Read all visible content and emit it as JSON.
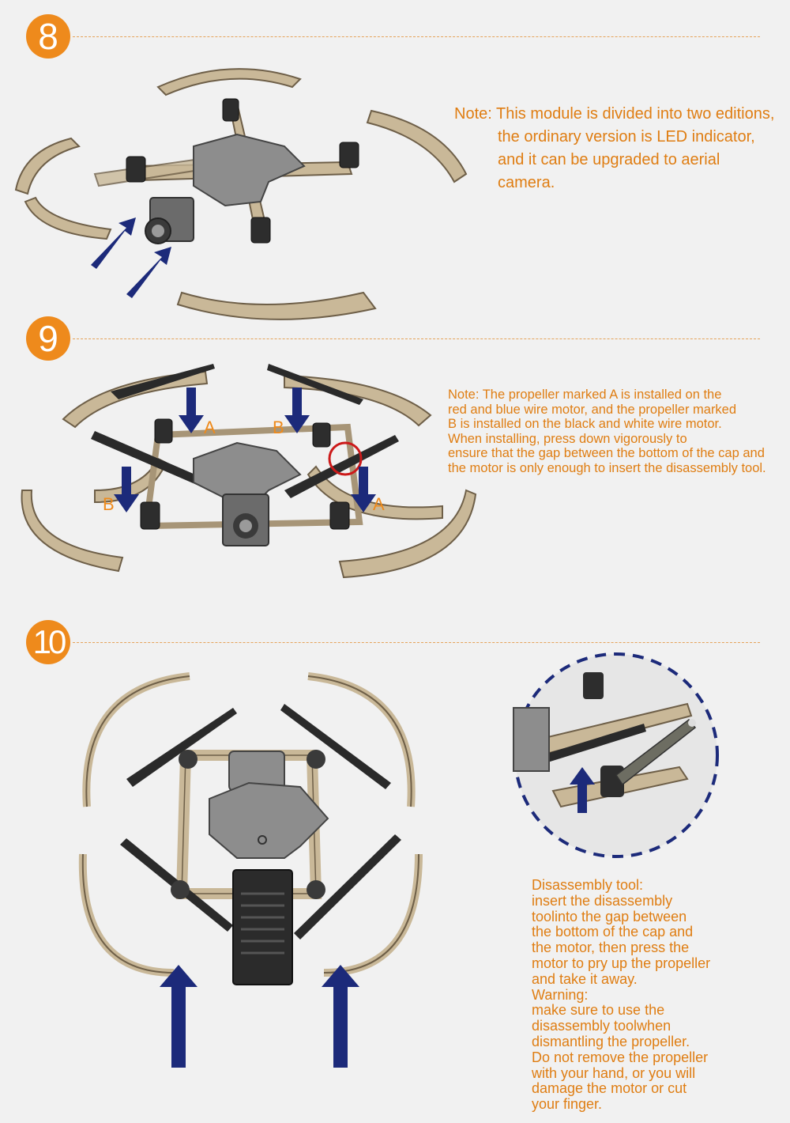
{
  "steps": [
    {
      "number": "8",
      "note_lines": [
        "Note: This module is divided into two editions,",
        "the ordinary version is LED indicator,",
        "and it can be upgraded to aerial",
        "camera."
      ]
    },
    {
      "number": "9",
      "note_lines": [
        "Note: The propeller marked A is installed on the",
        "red and blue wire motor, and the propeller marked",
        "B is installed on the black and white wire motor.",
        "When installing, press down vigorously to",
        "ensure that the gap between the bottom of the cap and",
        "the motor is only enough to insert the disassembly tool."
      ],
      "marks": {
        "a1": "A",
        "b1": "B",
        "b2": "B",
        "a2": "A"
      }
    },
    {
      "number": "10",
      "note_lines": [
        "Disassembly tool:",
        "insert the disassembly",
        "toolinto the gap between",
        "the bottom of the cap and",
        "the motor, then press the",
        "motor to pry up the propeller",
        "and take it away.",
        "Warning:",
        "make sure to use the",
        "disassembly toolwhen",
        "dismantling the propeller.",
        "Do not remove the propeller",
        "with your hand, or you will",
        "damage the motor or cut",
        "your finger."
      ]
    }
  ],
  "colors": {
    "accent": "#ee8a1c",
    "note_text": "#df7d12",
    "frame": "#c9b898",
    "arrow": "#1c2a7a",
    "highlight_circle": "#cc1a1a"
  },
  "icons": [
    "arrow-up-icon",
    "arrow-down-icon",
    "highlight-circle-icon",
    "disassembly-tool-icon"
  ]
}
